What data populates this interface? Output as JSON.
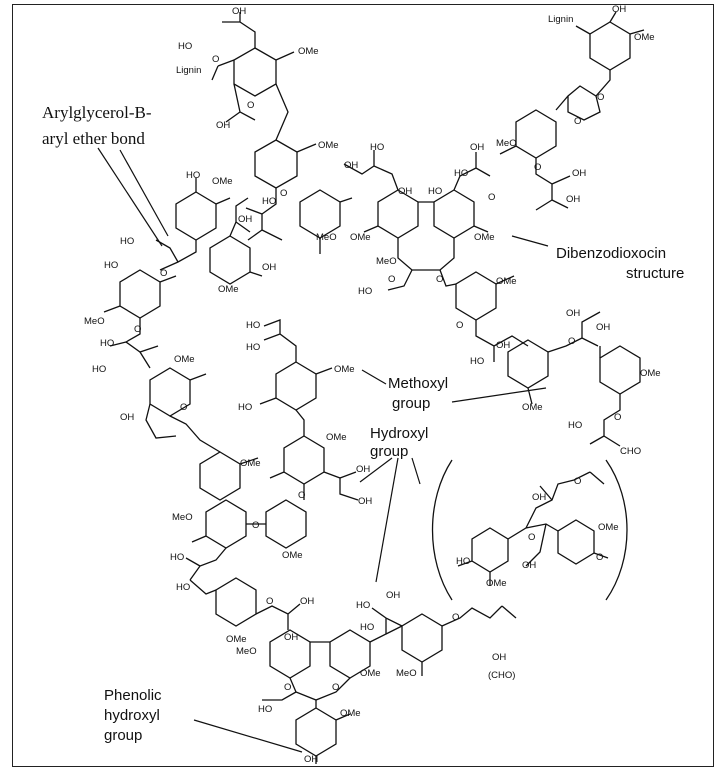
{
  "annotations": {
    "arylglycerol_line1": "Arylglycerol-B-",
    "arylglycerol_line2": "aryl ether bond",
    "dibenzodioxocin_line1": "Dibenzodioxocin",
    "dibenzodioxocin_line2": "structure",
    "methoxyl_line1": "Methoxyl",
    "methoxyl_line2": "group",
    "hydroxyl_line1": "Hydroxyl",
    "hydroxyl_line2": "group",
    "phenolic_line1": "Phenolic",
    "phenolic_line2": "hydroxyl",
    "phenolic_line3": "group"
  },
  "groups": {
    "oh": "OH",
    "ho": "HO",
    "ome": "OMe",
    "meo": "MeO",
    "o": "O",
    "lignin": "Lignin",
    "cho": "CHO",
    "cho_paren": "(CHO)"
  }
}
